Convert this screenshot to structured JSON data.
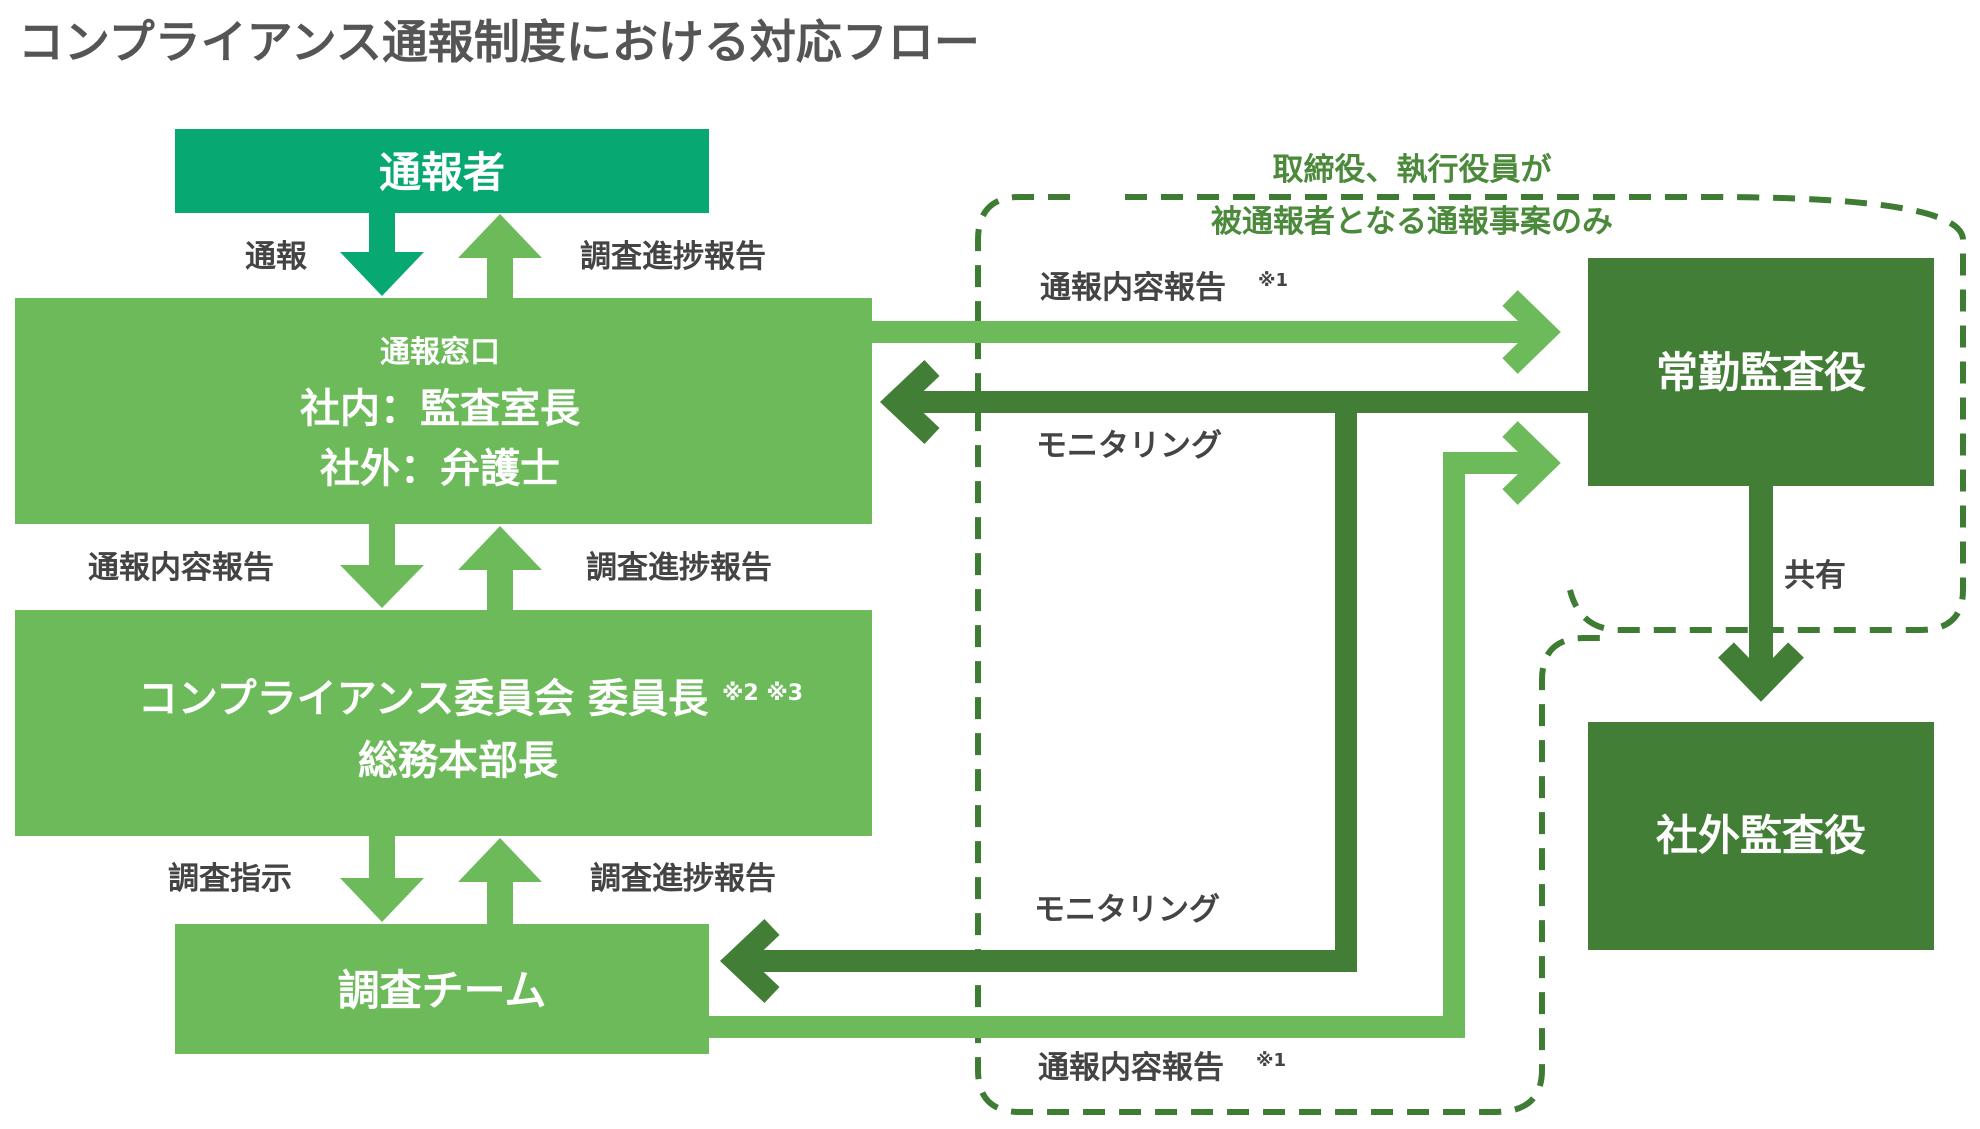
{
  "title": "コンプライアンス通報制度における対応フロー",
  "colors": {
    "teal": "#07a872",
    "light_green": "#6dba5a",
    "dark_green": "#437e37",
    "mid_green": "#5fb34e",
    "dashed": "#3e7b33",
    "label_gray": "#444444",
    "note_green": "#4a8a3a"
  },
  "boxes": {
    "reporter": "通報者",
    "desk_title": "通報窓口",
    "desk_internal": "社内：監査室長",
    "desk_external": "社外：弁護士",
    "committee_line1": "コンプライアンス委員会 委員長",
    "committee_note": "※2 ※3",
    "committee_line2": "総務本部長",
    "team": "調査チーム",
    "standing_auditor": "常勤監査役",
    "outside_auditor": "社外監査役"
  },
  "labels": {
    "report": "通報",
    "progress_1": "調査進捗報告",
    "content_report_left": "通報内容報告",
    "progress_2": "調査進捗報告",
    "instruction": "調査指示",
    "progress_3": "調査進捗報告",
    "content_report_top": "通報内容報告",
    "content_report_top_note": "※1",
    "monitoring_top": "モニタリング",
    "monitoring_bottom": "モニタリング",
    "content_report_bottom": "通報内容報告",
    "content_report_bottom_note": "※1",
    "share": "共有",
    "dashed_note_line1": "取締役、執行役員が",
    "dashed_note_line2": "被通報者となる通報事案のみ"
  }
}
